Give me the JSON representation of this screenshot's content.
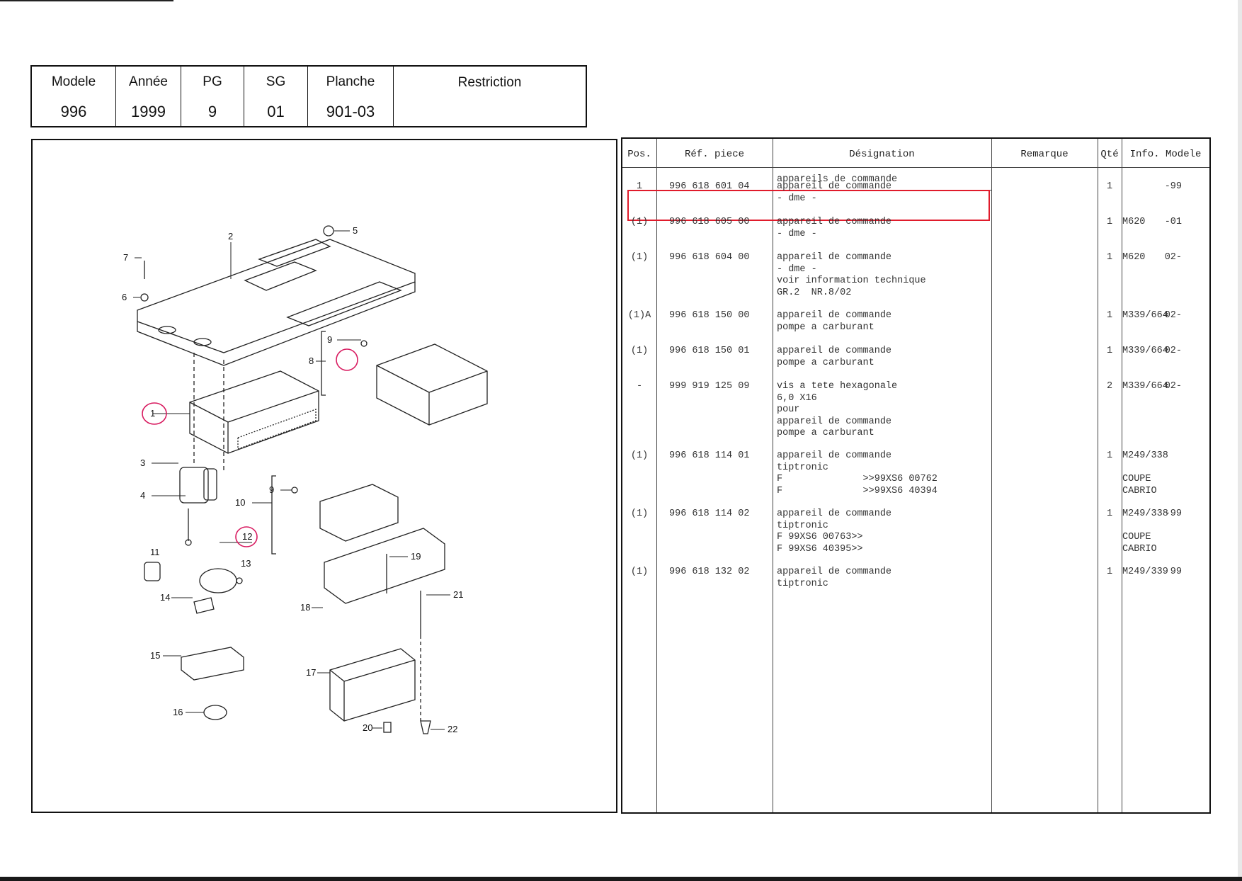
{
  "header": {
    "columns": [
      {
        "label": "Modele",
        "value": "996"
      },
      {
        "label": "Année",
        "value": "1999"
      },
      {
        "label": "PG",
        "value": "9"
      },
      {
        "label": "SG",
        "value": "01"
      },
      {
        "label": "Planche",
        "value": "901-03"
      },
      {
        "label": "Restriction",
        "value": ""
      }
    ]
  },
  "drawing": {
    "callouts": [
      "1",
      "2",
      "3",
      "4",
      "5",
      "6",
      "7",
      "8",
      "9",
      "9",
      "10",
      "11",
      "12",
      "13",
      "14",
      "15",
      "16",
      "17",
      "18",
      "19",
      "20",
      "21",
      "22"
    ]
  },
  "parts": {
    "headers": {
      "pos": "Pos.",
      "ref": "Réf. piece",
      "des": "Désignation",
      "rem": "Remarque",
      "qte": "Qté",
      "info": "Info. Modele"
    },
    "section": "appareils de commande",
    "rows": [
      {
        "pos": "1",
        "ref": "996 618 601 04",
        "des": [
          "appareil de commande",
          "- dme -"
        ],
        "rem": "-99",
        "qte": "1",
        "info": []
      },
      {
        "pos": "(1)",
        "ref": "996 618 605 00",
        "des": [
          "appareil de commande",
          "- dme -"
        ],
        "rem": "-01",
        "qte": "1",
        "info": [
          "M620"
        ]
      },
      {
        "pos": "(1)",
        "ref": "996 618 604 00",
        "des": [
          "appareil de commande",
          "- dme -",
          "voir information technique",
          "GR.2  NR.8/02"
        ],
        "rem": "02-",
        "qte": "1",
        "info": [
          "M620"
        ]
      },
      {
        "pos": "(1)A",
        "ref": "996 618 150 00",
        "des": [
          "appareil de commande",
          "pompe a carburant"
        ],
        "rem": "02-",
        "qte": "1",
        "info": [
          "M339/664"
        ]
      },
      {
        "pos": "(1)",
        "ref": "996 618 150 01",
        "des": [
          "appareil de commande",
          "pompe a carburant"
        ],
        "rem": "02-",
        "qte": "1",
        "info": [
          "M339/664"
        ]
      },
      {
        "pos": "-",
        "ref": "999 919 125 09",
        "des": [
          "vis a tete hexagonale",
          "6,0 X16",
          "pour",
          "appareil de commande",
          "pompe a carburant"
        ],
        "rem": "02-",
        "qte": "2",
        "info": [
          "M339/664"
        ]
      },
      {
        "pos": "(1)",
        "ref": "996 618 114 01",
        "des": [
          "appareil de commande",
          "tiptronic",
          "F              >>99XS6 00762",
          "F              >>99XS6 40394"
        ],
        "rem": "",
        "qte": "1",
        "info": [
          "M249/338",
          "",
          "COUPE",
          "CABRIO"
        ]
      },
      {
        "pos": "(1)",
        "ref": "996 618 114 02",
        "des": [
          "appareil de commande",
          "tiptronic",
          "F 99XS6 00763>>",
          "F 99XS6 40395>>"
        ],
        "rem": "-99",
        "qte": "1",
        "info": [
          "M249/338",
          "",
          "COUPE",
          "CABRIO"
        ]
      },
      {
        "pos": "(1)",
        "ref": "996 618 132 02",
        "des": [
          "appareil de commande",
          "tiptronic"
        ],
        "rem": "99",
        "qte": "1",
        "info": [
          "M249/339"
        ]
      }
    ]
  },
  "colors": {
    "highlight": "#e01b2b",
    "circle": "#d81b60"
  }
}
